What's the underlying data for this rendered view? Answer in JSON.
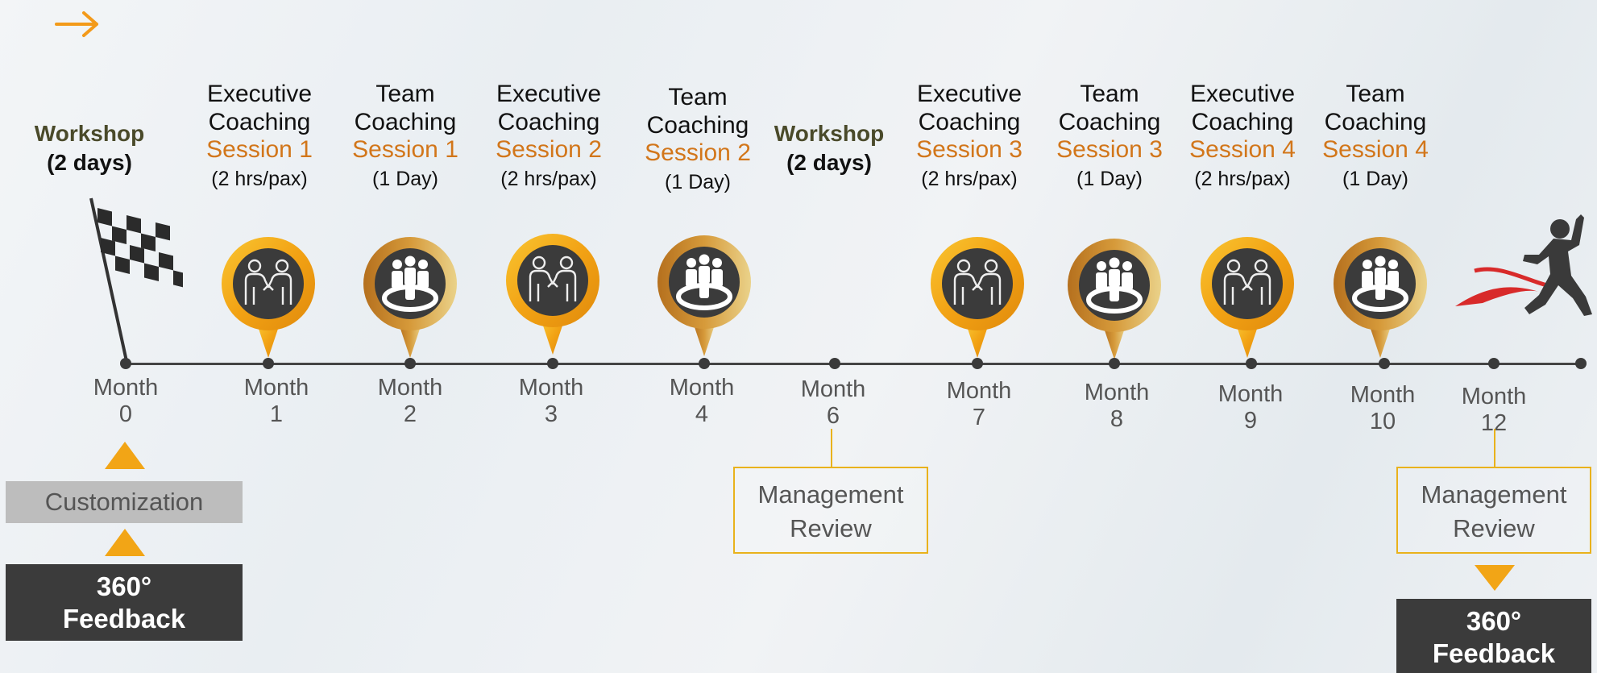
{
  "colors": {
    "accent": "#d2761a",
    "gold": "#f2a516",
    "dark": "#3b3b3b",
    "review_border": "#e9b21c"
  },
  "workshops": [
    {
      "title": "Workshop",
      "duration": "(2 days)"
    },
    {
      "title": "Workshop",
      "duration": "(2 days)"
    }
  ],
  "sessions": [
    {
      "line1": "Executive",
      "line2": "Coaching",
      "session": "Session 1",
      "duration": "(2 hrs/pax)",
      "icon": "handshake-icon"
    },
    {
      "line1": "Team",
      "line2": "Coaching",
      "session": "Session 1",
      "duration": "(1 Day)",
      "icon": "team-icon"
    },
    {
      "line1": "Executive",
      "line2": "Coaching",
      "session": "Session 2",
      "duration": "(2 hrs/pax)",
      "icon": "handshake-icon"
    },
    {
      "line1": "Team",
      "line2": "Coaching",
      "session": "Session 2",
      "duration": "(1 Day)",
      "icon": "team-icon"
    },
    {
      "line1": "Executive",
      "line2": "Coaching",
      "session": "Session 3",
      "duration": "(2 hrs/pax)",
      "icon": "handshake-icon"
    },
    {
      "line1": "Team",
      "line2": "Coaching",
      "session": "Session 3",
      "duration": "(1 Day)",
      "icon": "team-icon"
    },
    {
      "line1": "Executive",
      "line2": "Coaching",
      "session": "Session 4",
      "duration": "(2 hrs/pax)",
      "icon": "handshake-icon"
    },
    {
      "line1": "Team",
      "line2": "Coaching",
      "session": "Session 4",
      "duration": "(1 Day)",
      "icon": "team-icon"
    }
  ],
  "months": [
    {
      "label": "Month",
      "number": "0"
    },
    {
      "label": "Month",
      "number": "1"
    },
    {
      "label": "Month",
      "number": "2"
    },
    {
      "label": "Month",
      "number": "3"
    },
    {
      "label": "Month",
      "number": "4"
    },
    {
      "label": "Month",
      "number": "6"
    },
    {
      "label": "Month",
      "number": "7"
    },
    {
      "label": "Month",
      "number": "8"
    },
    {
      "label": "Month",
      "number": "9"
    },
    {
      "label": "Month",
      "number": "10"
    },
    {
      "label": "Month",
      "number": "12"
    }
  ],
  "management_reviews": [
    {
      "line1": "Management",
      "line2": "Review"
    },
    {
      "line1": "Management",
      "line2": "Review"
    }
  ],
  "customization": "Customization",
  "feedback_left": {
    "line1": "360°",
    "line2": "Feedback"
  },
  "feedback_right": {
    "line1": "360°",
    "line2": "Feedback"
  }
}
